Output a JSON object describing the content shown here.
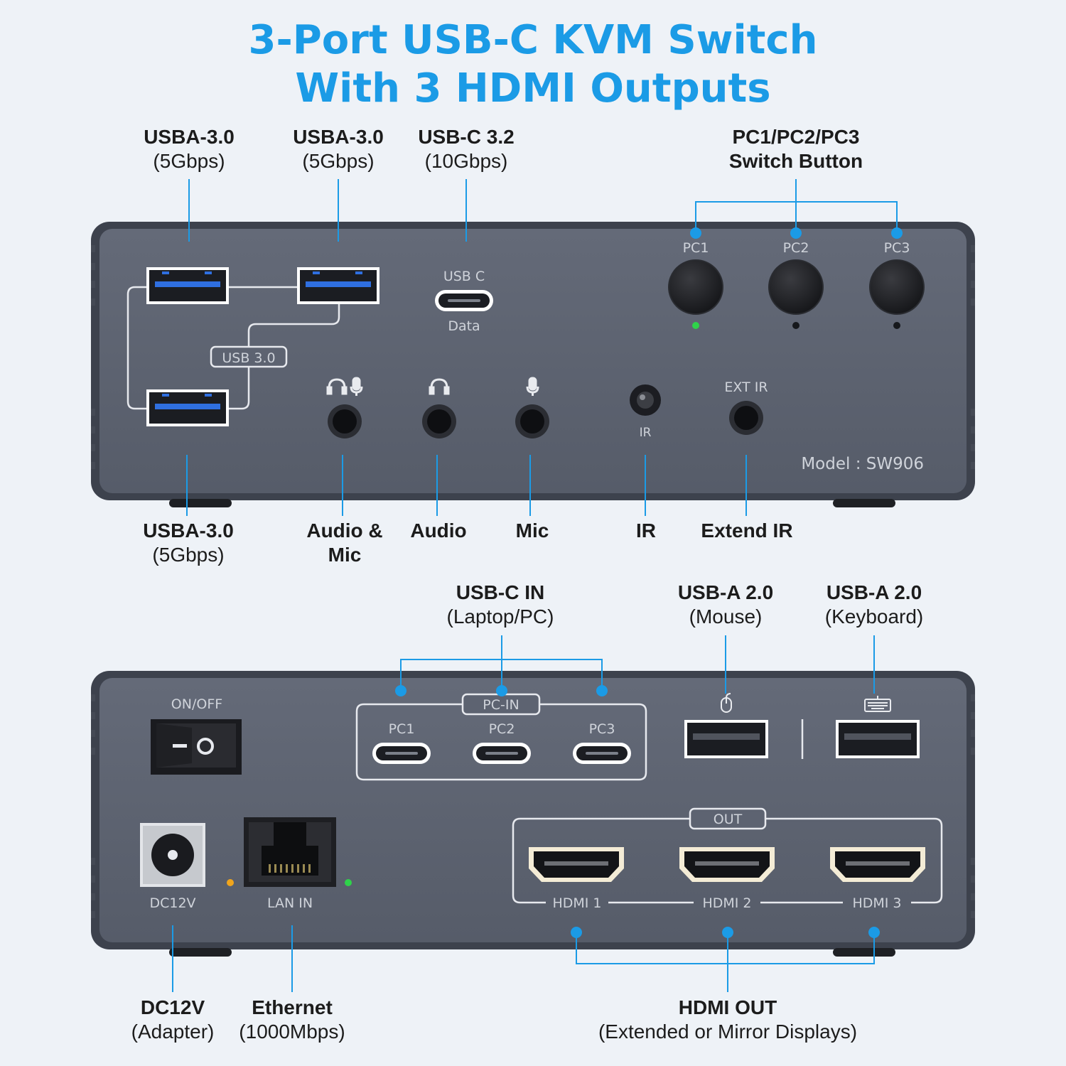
{
  "title": {
    "line1": "3-Port USB-C KVM Switch",
    "line2": "With 3 HDMI Outputs"
  },
  "colors": {
    "accent": "#1b9be6",
    "panel": "#5d6371",
    "led_green": "#2fd34a",
    "led_amber": "#f0a51c"
  },
  "front_panel": {
    "usb_c_top": "USB C",
    "usb_c_bottom": "Data",
    "usb30_badge": "USB 3.0",
    "buttons": [
      "PC1",
      "PC2",
      "PC3"
    ],
    "ir_label": "IR",
    "ext_ir_label": "EXT IR",
    "model": "Model : SW906",
    "jack_icons": [
      "headset-mic-icon",
      "headphones-icon",
      "mic-icon"
    ]
  },
  "front_callouts": {
    "usba1": {
      "title": "USBA-3.0",
      "sub": "(5Gbps)"
    },
    "usba2": {
      "title": "USBA-3.0",
      "sub": "(5Gbps)"
    },
    "usbc32": {
      "title": "USB-C 3.2",
      "sub": "(10Gbps)"
    },
    "switch": {
      "title": "PC1/PC2/PC3",
      "sub": "Switch Button"
    },
    "usba3": {
      "title": "USBA-3.0",
      "sub": "(5Gbps)"
    },
    "audio_mic": {
      "title": "Audio &",
      "sub": "Mic"
    },
    "audio": {
      "title": "Audio"
    },
    "mic": {
      "title": "Mic"
    },
    "ir": {
      "title": "IR"
    },
    "extend_ir": {
      "title": "Extend IR"
    }
  },
  "rear_panel": {
    "power_switch": "ON/OFF",
    "pc_in_badge": "PC-IN",
    "pc_ports": [
      "PC1",
      "PC2",
      "PC3"
    ],
    "out_badge": "OUT",
    "hdmi": [
      "HDMI 1",
      "HDMI 2",
      "HDMI 3"
    ],
    "dc_label": "DC12V",
    "lan_label": "LAN IN",
    "usb2_icons": [
      "mouse-icon",
      "keyboard-icon"
    ]
  },
  "rear_callouts": {
    "usbc_in": {
      "title": "USB-C IN",
      "sub": "(Laptop/PC)"
    },
    "mouse": {
      "title": "USB-A 2.0",
      "sub": "(Mouse)"
    },
    "keyboard": {
      "title": "USB-A 2.0",
      "sub": "(Keyboard)"
    },
    "dc": {
      "title": "DC12V",
      "sub": "(Adapter)"
    },
    "ethernet": {
      "title": "Ethernet",
      "sub": "(1000Mbps)"
    },
    "hdmi_out": {
      "title": "HDMI OUT",
      "sub": "(Extended or Mirror Displays)"
    }
  }
}
